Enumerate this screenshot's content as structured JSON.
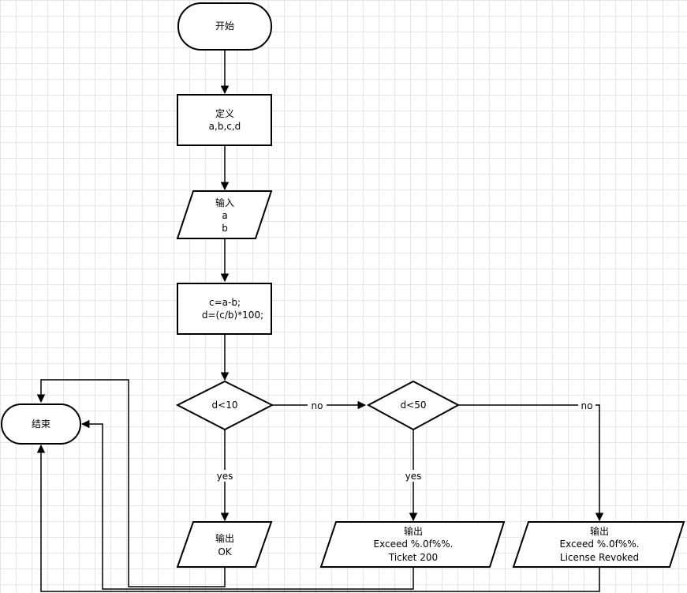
{
  "flowchart": {
    "start": "开始",
    "define": [
      "定义",
      "a,b,c,d"
    ],
    "input": [
      "输入",
      "a",
      "b"
    ],
    "process": [
      "c=a-b;",
      "d=(c/b)*100;"
    ],
    "decision1": "d<10",
    "decision2": "d<50",
    "output_ok": [
      "输出",
      "OK"
    ],
    "output_ticket": [
      "输出",
      "Exceed %.0f%%.",
      "Ticket 200"
    ],
    "output_license": [
      "输出",
      "Exceed %.0f%%.",
      "License Revoked"
    ],
    "end": "结束",
    "edge_labels": {
      "no1": "no",
      "no2": "no",
      "yes1": "yes",
      "yes2": "yes"
    }
  }
}
